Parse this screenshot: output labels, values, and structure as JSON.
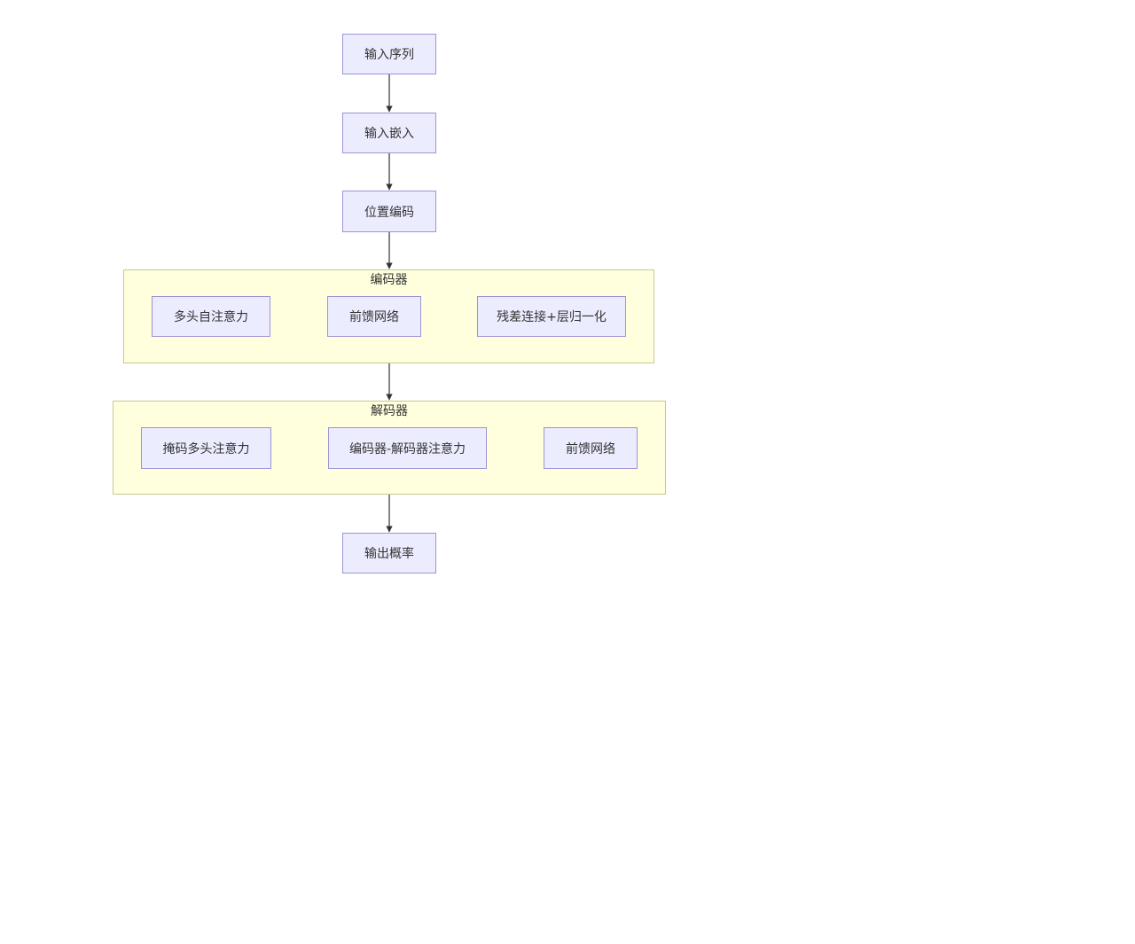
{
  "diagram": {
    "nodes": {
      "input_sequence": "输入序列",
      "input_embedding": "输入嵌入",
      "positional_encoding": "位置编码",
      "output_probability": "输出概率"
    },
    "encoder": {
      "title": "编码器",
      "nodes": {
        "multi_head_self_attention": "多头自注意力",
        "feed_forward": "前馈网络",
        "residual_layernorm": "残差连接+层归一化"
      }
    },
    "decoder": {
      "title": "解码器",
      "nodes": {
        "masked_multi_head_attention": "掩码多头注意力",
        "encoder_decoder_attention": "编码器-解码器注意力",
        "feed_forward": "前馈网络"
      }
    },
    "edges": [
      [
        "输入序列",
        "输入嵌入"
      ],
      [
        "输入嵌入",
        "位置编码"
      ],
      [
        "位置编码",
        "编码器"
      ],
      [
        "多头自注意力",
        "前馈网络"
      ],
      [
        "前馈网络",
        "残差连接+层归一化"
      ],
      [
        "编码器",
        "解码器"
      ],
      [
        "掩码多头注意力",
        "编码器-解码器注意力"
      ],
      [
        "编码器-解码器注意力",
        "前馈网络"
      ],
      [
        "解码器",
        "输出概率"
      ]
    ]
  },
  "colors": {
    "node_fill": "#ececff",
    "node_border": "#9f92d6",
    "cluster_fill": "#ffffde",
    "cluster_border": "#c7c98e",
    "edge": "#333333"
  }
}
